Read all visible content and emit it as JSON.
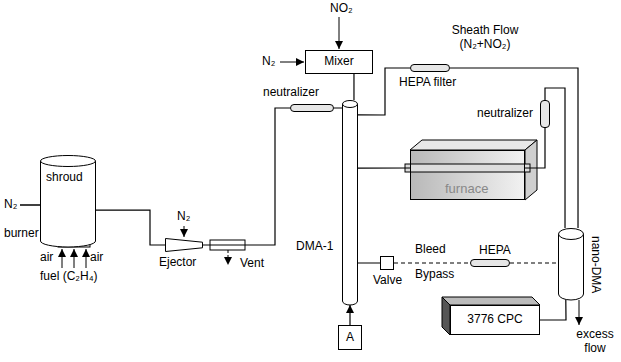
{
  "diagram": {
    "nodes": [
      {
        "text": [
          "shroud",
          "burner"
        ]
      },
      {
        "text": [
          "Ejector"
        ]
      },
      {
        "text": [
          "neutralizer"
        ]
      },
      {
        "text": [
          "Mixer"
        ]
      },
      {
        "text": [
          "DMA-1"
        ]
      },
      {
        "text": [
          "HEPA filter"
        ]
      },
      {
        "text": [
          "furnace"
        ]
      },
      {
        "text": [
          "neutralizer"
        ]
      },
      {
        "text": [
          "Valve"
        ]
      },
      {
        "text": [
          "HEPA"
        ]
      },
      {
        "text": [
          "nano-DMA"
        ]
      },
      {
        "text": [
          "3776 CPC"
        ]
      },
      {
        "text": [
          "A"
        ]
      }
    ],
    "edges": [
      {
        "from": 0,
        "to": 1,
        "arrow": "none"
      },
      {
        "from": 1,
        "to": 2,
        "arrow": "none"
      },
      {
        "from": 2,
        "to": 4,
        "arrow": "none"
      },
      {
        "from": 3,
        "to": 4,
        "arrow": "none"
      },
      {
        "from": 4,
        "to": 5,
        "arrow": "none"
      },
      {
        "from": 5,
        "to": 10,
        "arrow": "none"
      },
      {
        "from": 4,
        "to": 6,
        "arrow": "none"
      },
      {
        "from": 6,
        "to": 7,
        "arrow": "none"
      },
      {
        "from": 7,
        "to": 10,
        "arrow": "none"
      },
      {
        "from": 4,
        "to": 8,
        "arrow": "none"
      },
      {
        "from": 8,
        "to": 9,
        "arrow": "none"
      },
      {
        "from": 9,
        "to": 10,
        "arrow": "none"
      },
      {
        "from": 10,
        "to": 11,
        "arrow": "none"
      },
      {
        "from": 12,
        "to": 4,
        "arrow": "to"
      }
    ],
    "labels": [
      "N₂",
      "air",
      "air",
      "fuel (C₂H₄)",
      "N₂",
      "Vent",
      "NO₂",
      "N₂",
      "Sheath Flow (N₂+NO₂)",
      "Bleed",
      "Bypass",
      "excess flow"
    ]
  }
}
